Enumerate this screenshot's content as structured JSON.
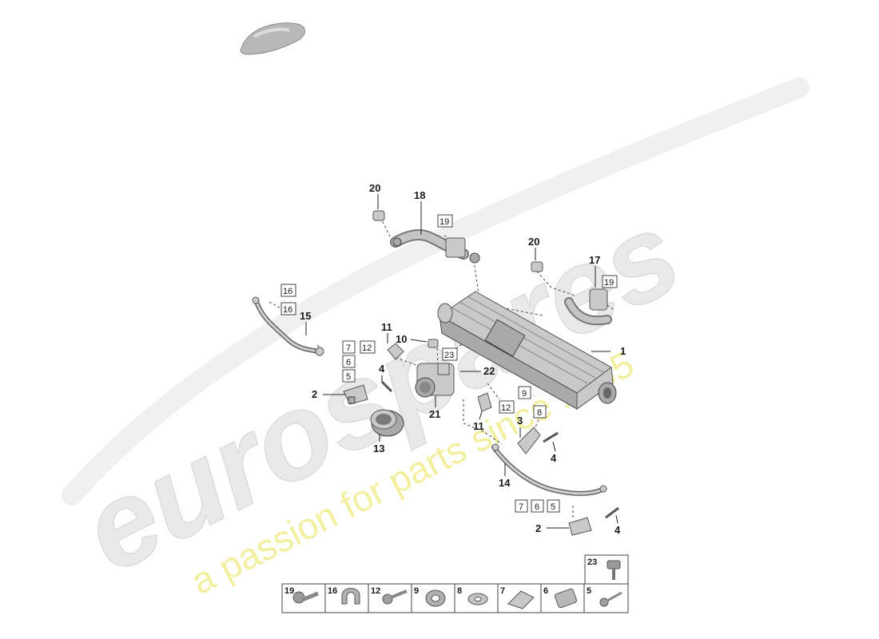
{
  "watermark": {
    "brand": "eurospares",
    "tagline": "a passion for parts since 1985"
  },
  "callouts": [
    "1",
    "2",
    "3",
    "4",
    "10",
    "11",
    "13",
    "14",
    "15",
    "17",
    "18",
    "20",
    "21",
    "22"
  ],
  "boxed_refs": [
    "5",
    "6",
    "7",
    "8",
    "9",
    "12",
    "16",
    "19",
    "23"
  ],
  "legend": {
    "items": [
      {
        "num": "19",
        "icon": "bolt-icon"
      },
      {
        "num": "16",
        "icon": "clip-icon"
      },
      {
        "num": "12",
        "icon": "screw-icon"
      },
      {
        "num": "9",
        "icon": "grommet-icon"
      },
      {
        "num": "8",
        "icon": "washer-icon"
      },
      {
        "num": "7",
        "icon": "bracket-icon"
      },
      {
        "num": "6",
        "icon": "bushing-icon"
      },
      {
        "num": "5",
        "icon": "pin-icon"
      },
      {
        "num": "23",
        "icon": "hex-bolt-icon"
      }
    ]
  }
}
